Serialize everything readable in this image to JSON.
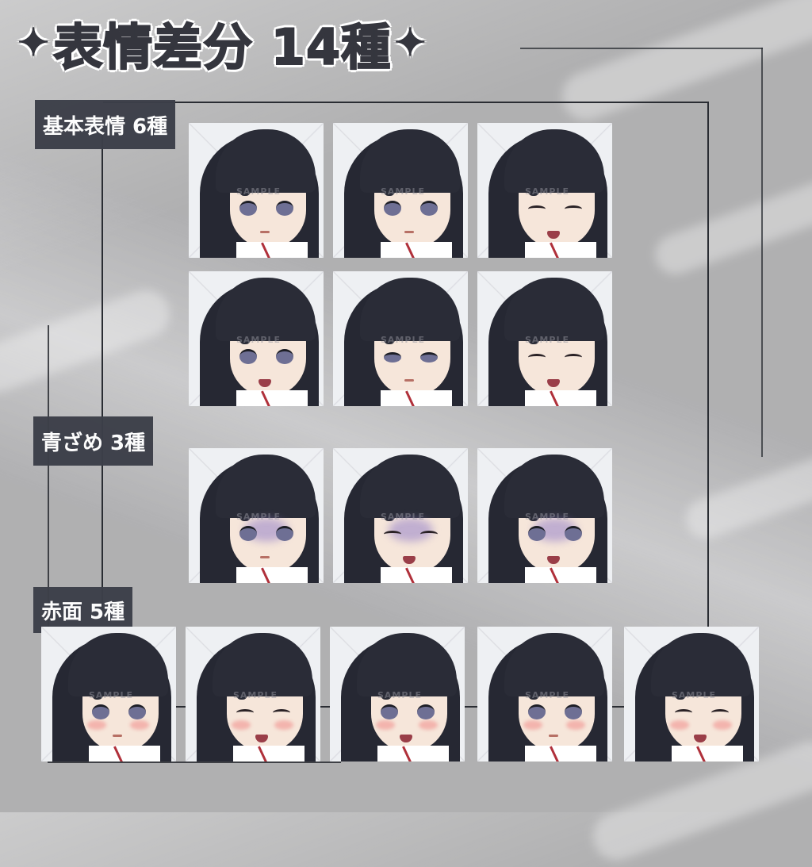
{
  "title": {
    "star_left": "✦",
    "text": "表情差分 14種",
    "star_right": "✦"
  },
  "sections": [
    {
      "id": "basic",
      "label": "基本表情 6種",
      "count": 6
    },
    {
      "id": "pale",
      "label": "青ざめ 3種",
      "count": 3
    },
    {
      "id": "blush",
      "label": "赤面 5種",
      "count": 5
    }
  ],
  "watermark": "SAMPLE",
  "cards": {
    "basic": [
      {
        "expression": "neutral",
        "eyes": "open",
        "mouth": "closed"
      },
      {
        "expression": "soft-smile",
        "eyes": "open",
        "mouth": "closed"
      },
      {
        "expression": "happy-closed-eyes",
        "eyes": "closed",
        "mouth": "open"
      },
      {
        "expression": "surprised",
        "eyes": "open",
        "mouth": "open"
      },
      {
        "expression": "smug",
        "eyes": "half",
        "mouth": "closed"
      },
      {
        "expression": "laughing",
        "eyes": "closed",
        "mouth": "open"
      }
    ],
    "pale": [
      {
        "expression": "pale-neutral",
        "eyes": "open",
        "mouth": "closed"
      },
      {
        "expression": "pale-closed-eyes",
        "eyes": "closed",
        "mouth": "open"
      },
      {
        "expression": "pale-shocked",
        "eyes": "open",
        "mouth": "open"
      }
    ],
    "blush": [
      {
        "expression": "blush-neutral",
        "eyes": "open",
        "mouth": "closed"
      },
      {
        "expression": "blush-closed-eyes",
        "eyes": "closed",
        "mouth": "open"
      },
      {
        "expression": "blush-surprised",
        "eyes": "open",
        "mouth": "open"
      },
      {
        "expression": "blush-soft",
        "eyes": "open",
        "mouth": "closed"
      },
      {
        "expression": "blush-laughing",
        "eyes": "closed",
        "mouth": "open"
      }
    ]
  },
  "colors": {
    "label_bg": "#3c3f49",
    "title_text": "#35363e",
    "line": "#2a2d33",
    "background": "#b9b9bb"
  }
}
